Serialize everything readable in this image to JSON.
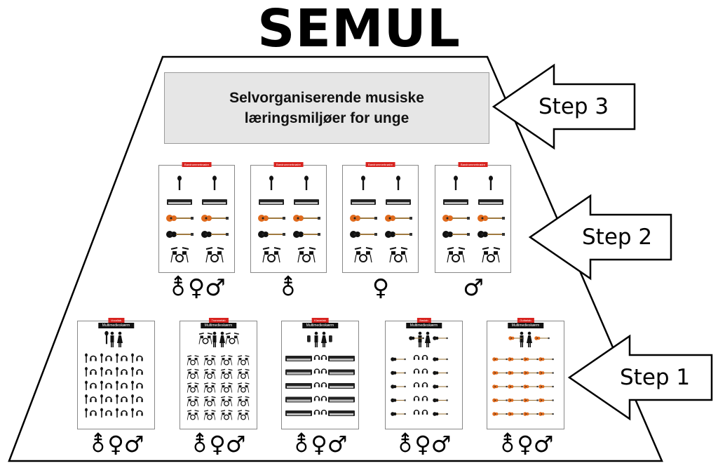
{
  "title": "SEMUL",
  "step3": {
    "text": "Selvorganiserende musiske\nlæringsmiljøer for unge",
    "label": "Step 3"
  },
  "step2": {
    "label": "Step 2",
    "rooms": [
      {
        "tag": "Bandrummerbrødre",
        "gender": "⚨♀♂"
      },
      {
        "tag": "Bandrummerbrødre",
        "gender": "⚨"
      },
      {
        "tag": "Bandrummerbrødre",
        "gender": "♀"
      },
      {
        "tag": "Bandrummerbrødre",
        "gender": "♂"
      }
    ]
  },
  "step1": {
    "label": "Step 1",
    "screen_label": "Multimedieskærm",
    "rooms": [
      {
        "tag": "Vocallab",
        "instrument": "mic",
        "gender": "⚨♀♂"
      },
      {
        "tag": "Trommelab",
        "instrument": "drums",
        "gender": "⚨♀♂"
      },
      {
        "tag": "Klaverlab",
        "instrument": "keyboard",
        "gender": "⚨♀♂"
      },
      {
        "tag": "Baslab",
        "instrument": "bass",
        "gender": "⚨♀♂"
      },
      {
        "tag": "Guitarlab",
        "instrument": "guitar",
        "gender": "⚨♀♂"
      }
    ]
  },
  "colors": {
    "tag_red": "#d8231f",
    "box_gray": "#e6e6e6",
    "guitar_orange": "#e06a1c"
  }
}
